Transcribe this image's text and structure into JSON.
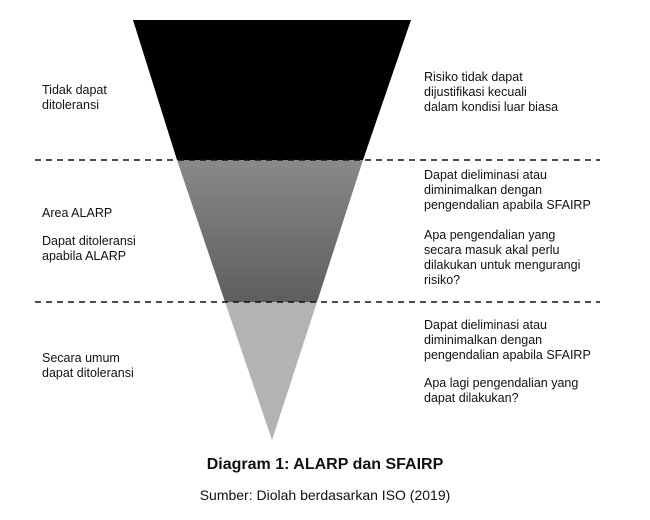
{
  "zones": [
    {
      "color": "#000000",
      "left_labels": [
        "Tidak dapat\nditoleransi"
      ],
      "right_texts": [
        "Risiko tidak dapat\ndijustifikasi kecuali\ndalam kondisi luar biasa"
      ]
    },
    {
      "color": "#767473",
      "left_labels": [
        "Area ALARP",
        "Dapat ditoleransi\napabila ALARP"
      ],
      "right_texts": [
        "Dapat dieliminasi atau\ndiminimalkan dengan\npengendalian apabila SFAIRP",
        "Apa pengendalian yang\nsecara masuk akal perlu\ndilakukan untuk mengurangi\nrisiko?"
      ]
    },
    {
      "color": "#b4b2b2",
      "left_labels": [
        "Secara umum\ndapat ditoleransi"
      ],
      "right_texts": [
        "Dapat dieliminasi atau\ndiminimalkan dengan\npengendalian apabila SFAIRP",
        "Apa lagi pengendalian yang\ndapat dilakukan?"
      ]
    }
  ],
  "caption": "Diagram 1: ALARP dan SFAIRP",
  "source": "Sumber: Diolah berdasarkan ISO (2019)"
}
